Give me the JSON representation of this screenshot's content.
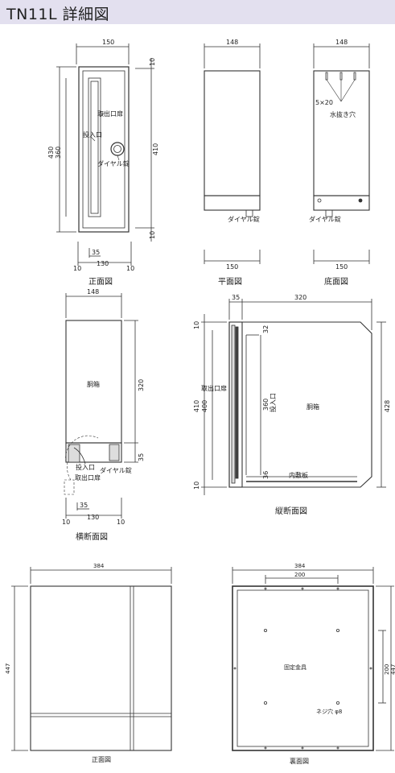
{
  "header": {
    "title": "TN11L 詳細図"
  },
  "views": {
    "front": {
      "caption": "正面図",
      "dims": {
        "width": "150",
        "height_inner": "410",
        "height_outer": "430",
        "height_360": "360",
        "top": "10",
        "bottom": "10",
        "slot_w": "35",
        "base": "130",
        "side_l": "10",
        "side_r": "10"
      },
      "labels": {
        "door": "取出口扉",
        "slot": "投入口",
        "lock": "ダイヤル錠"
      }
    },
    "top": {
      "caption": "平面図",
      "dims": {
        "width_top": "148",
        "width_bottom": "150"
      },
      "labels": {
        "lock": "ダイヤル錠"
      }
    },
    "bottom": {
      "caption": "底面図",
      "dims": {
        "width_top": "148",
        "width_bottom": "150",
        "drain": "5×20"
      },
      "labels": {
        "drain": "水抜き穴",
        "lock": "ダイヤル錠"
      }
    },
    "cross_h": {
      "caption": "横断面図",
      "dims": {
        "width": "148",
        "depth": "320",
        "front": "35",
        "slot_w": "35",
        "base": "130",
        "side_l": "10",
        "side_r": "10"
      },
      "labels": {
        "body": "胴箱",
        "slot": "投入口",
        "lock": "ダイヤル錠",
        "door": "取出口扉"
      }
    },
    "cross_v": {
      "caption": "縦断面図",
      "dims": {
        "front": "35",
        "depth": "320",
        "top": "10",
        "bottom": "10",
        "h410": "410",
        "h400": "400",
        "h360": "360",
        "h428": "428",
        "d32": "32",
        "d36": "36"
      },
      "labels": {
        "door": "取出口扉",
        "slot": "投入口",
        "body": "胴箱",
        "plate": "内敷板"
      }
    },
    "panel_front": {
      "caption": "正面図",
      "dims": {
        "width": "384",
        "height": "447"
      }
    },
    "panel_back": {
      "caption": "裏面図",
      "dims": {
        "width": "384",
        "inner": "200",
        "height": "447",
        "inner_h": "200"
      },
      "labels": {
        "bracket": "固定金具",
        "screw": "ネジ穴 φ8"
      }
    }
  },
  "colors": {
    "header_bg": "#e3e0ef",
    "line": "#333333",
    "dark": "#222222",
    "fill_grey": "#dddddd"
  }
}
